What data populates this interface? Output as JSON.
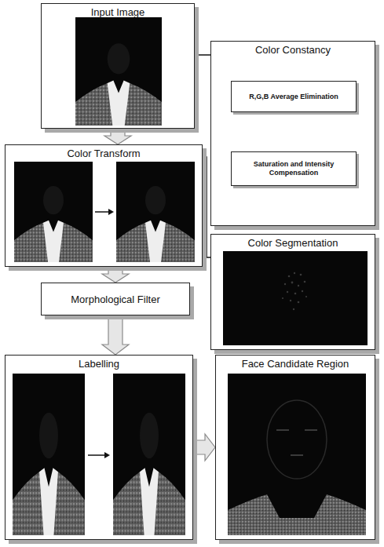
{
  "diagram": {
    "nodes": [
      {
        "text": [
          "Input Image"
        ]
      },
      {
        "text": [
          "Color Constancy"
        ]
      },
      {
        "text": [
          "R,G,B Average Elimination"
        ],
        "in": 1
      },
      {
        "text": [
          "Saturation and Intensity Compensation"
        ],
        "in": 1
      },
      {
        "text": [
          "Color Transform"
        ]
      },
      {
        "text": [
          "Color Segmentation"
        ]
      },
      {
        "text": [
          "Morphological Filter"
        ]
      },
      {
        "text": [
          "Labelling"
        ]
      },
      {
        "text": [
          "Face Candidate Region"
        ]
      }
    ],
    "edges": [
      {
        "from": 0,
        "to": 1,
        "arrow": "none"
      },
      {
        "from": 0,
        "to": 4,
        "arrow": "to"
      },
      {
        "from": 2,
        "to": 3,
        "arrow": "to"
      },
      {
        "from": 4,
        "to": 5,
        "arrow": "none"
      },
      {
        "from": 4,
        "to": 6,
        "arrow": "to"
      },
      {
        "from": 6,
        "to": 7,
        "arrow": "to"
      },
      {
        "from": 7,
        "to": 8,
        "arrow": "to"
      }
    ]
  }
}
